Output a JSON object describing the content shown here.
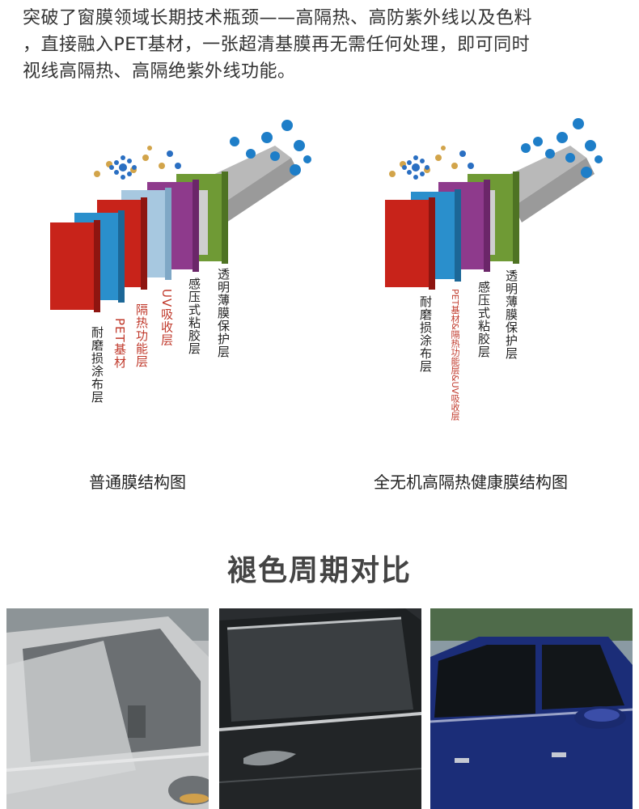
{
  "intro": {
    "lines": [
      "突破了窗膜领域长期技术瓶颈——高隔热、高防紫外线以及色料",
      "，直接融入PET基材，一张超清基膜再无需任何处理，即可同时",
      "视线高隔热、高隔绝紫外线功能。"
    ]
  },
  "diagram_left": {
    "caption": "普通膜结构图",
    "labels": [
      "耐磨损涂布层",
      "PET基材",
      "隔热功能层",
      "UV吸收层",
      "感压式粘胶层",
      "透明薄膜保护层"
    ]
  },
  "diagram_right": {
    "caption": "全无机高隔热健康膜结构图",
    "labels": [
      "耐磨损涂布层",
      "PET基材&隔热功能层&UV吸收层",
      "感压式粘胶层",
      "透明薄膜保护层"
    ]
  },
  "section": {
    "title": "褪色周期对比"
  },
  "colors": {
    "red": "#c8231a",
    "blue": "#2a8fcc",
    "light_blue": "#a7c8e0",
    "purple": "#8e3a8c",
    "green": "#6f9a35",
    "label_red": "#c0392b"
  }
}
